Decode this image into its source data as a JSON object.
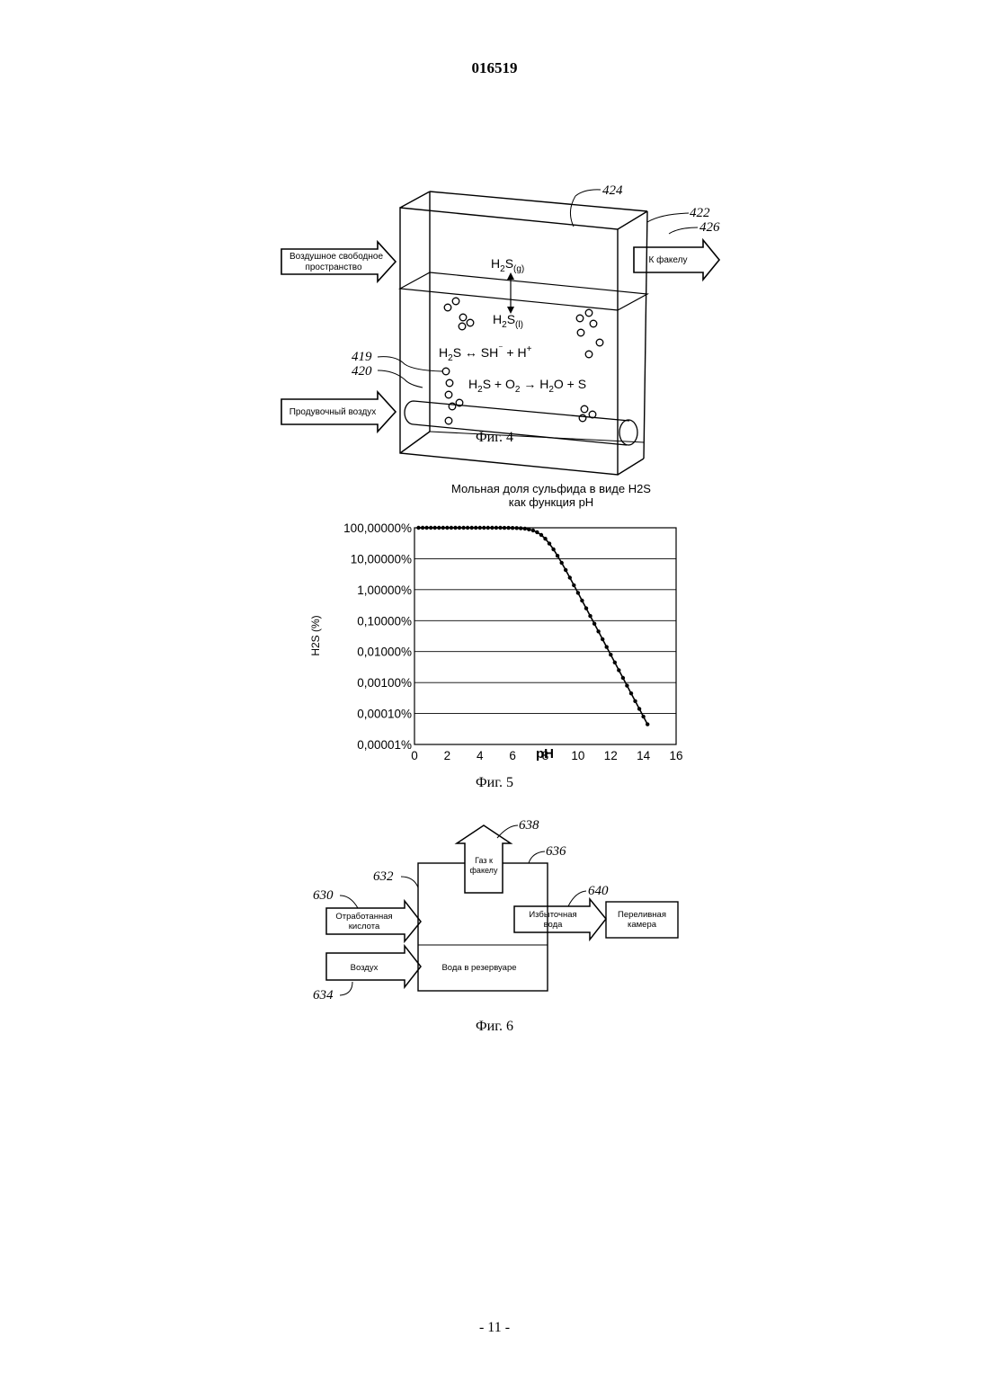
{
  "header": {
    "doc_number": "016519"
  },
  "fig4": {
    "caption": "Фиг. 4",
    "refs": {
      "r424": "424",
      "r422": "422",
      "r426": "426",
      "r419": "419",
      "r420": "420"
    },
    "arrows": {
      "headspace_line1": "Воздушное свободное",
      "headspace_line2": "пространство",
      "to_flare": "К факелу",
      "purge_air": "Продувочный воздух"
    },
    "chem": {
      "h2s_g": "H2S(g)",
      "h2s_l": "H2S(l)",
      "equilibrium": "H2S ↔ SH⁻ + H⁺",
      "oxidation": "H2S + O2 → H2O + S"
    }
  },
  "fig5": {
    "caption": "Фиг. 5"
  },
  "chart_data": {
    "type": "line",
    "title": "Мольная доля сульфида в виде H2S",
    "subtitle": "как функция pH",
    "xlabel": "pH",
    "ylabel": "H2S (%)",
    "x_scale": "linear",
    "y_scale": "log",
    "xlim": [
      0,
      16
    ],
    "ylim": [
      1e-05,
      100
    ],
    "x_ticks": [
      "0",
      "2",
      "4",
      "6",
      "8",
      "10",
      "12",
      "14",
      "16"
    ],
    "y_ticks": [
      "100,00000%",
      "10,00000%",
      "1,00000%",
      "0,10000%",
      "0,01000%",
      "0,00100%",
      "0,00010%",
      "0,00001%"
    ],
    "grid": "horizontal",
    "legend": "none",
    "series": [
      {
        "x": [
          0.25,
          0.5,
          0.75,
          1,
          1.25,
          1.5,
          1.75,
          2,
          2.25,
          2.5,
          2.75,
          3,
          3.25,
          3.5,
          3.75,
          4,
          4.25,
          4.5,
          4.75,
          5,
          5.25,
          5.5,
          5.75,
          6,
          6.25,
          6.5,
          6.75,
          7,
          7.25,
          7.5,
          7.75,
          8,
          8.25,
          8.5,
          8.75,
          9,
          9.25,
          9.5,
          9.75,
          10,
          10.25,
          10.5,
          10.75,
          11,
          11.25,
          11.5,
          11.75,
          12,
          12.25,
          12.5,
          12.75,
          13,
          13.25,
          13.5,
          13.75,
          14,
          14.25
        ],
        "y": [
          100,
          100,
          100,
          100,
          100,
          100,
          100,
          100,
          100,
          100,
          100,
          100,
          100,
          100,
          100,
          99.99,
          99.98,
          99.97,
          99.94,
          99.9,
          99.8,
          99.6,
          99.3,
          98.8,
          97.8,
          96.1,
          93.3,
          88.7,
          81.6,
          71.5,
          58.6,
          44.3,
          30.9,
          20.1,
          12.4,
          7.35,
          4.3,
          2.45,
          1.39,
          0.79,
          0.445,
          0.25,
          0.141,
          0.0794,
          0.0447,
          0.0251,
          0.0141,
          0.00794,
          0.00447,
          0.00251,
          0.00141,
          0.000794,
          0.000447,
          0.000251,
          0.000141,
          7.94e-05,
          4.47e-05
        ]
      }
    ]
  },
  "fig6": {
    "caption": "Фиг. 6",
    "refs": {
      "r638": "638",
      "r636": "636",
      "r632": "632",
      "r630": "630",
      "r640": "640",
      "r634": "634"
    },
    "gas_line1": "Газ к",
    "gas_line2": "факелу",
    "acid_line1": "Отработанная",
    "acid_line2": "кислота",
    "air": "Воздух",
    "water": "Вода в резервуаре",
    "excess_line1": "Избыточная",
    "excess_line2": "вода",
    "overflow_line1": "Переливная",
    "overflow_line2": "камера"
  },
  "footer": {
    "page_number": "- 11 -"
  }
}
